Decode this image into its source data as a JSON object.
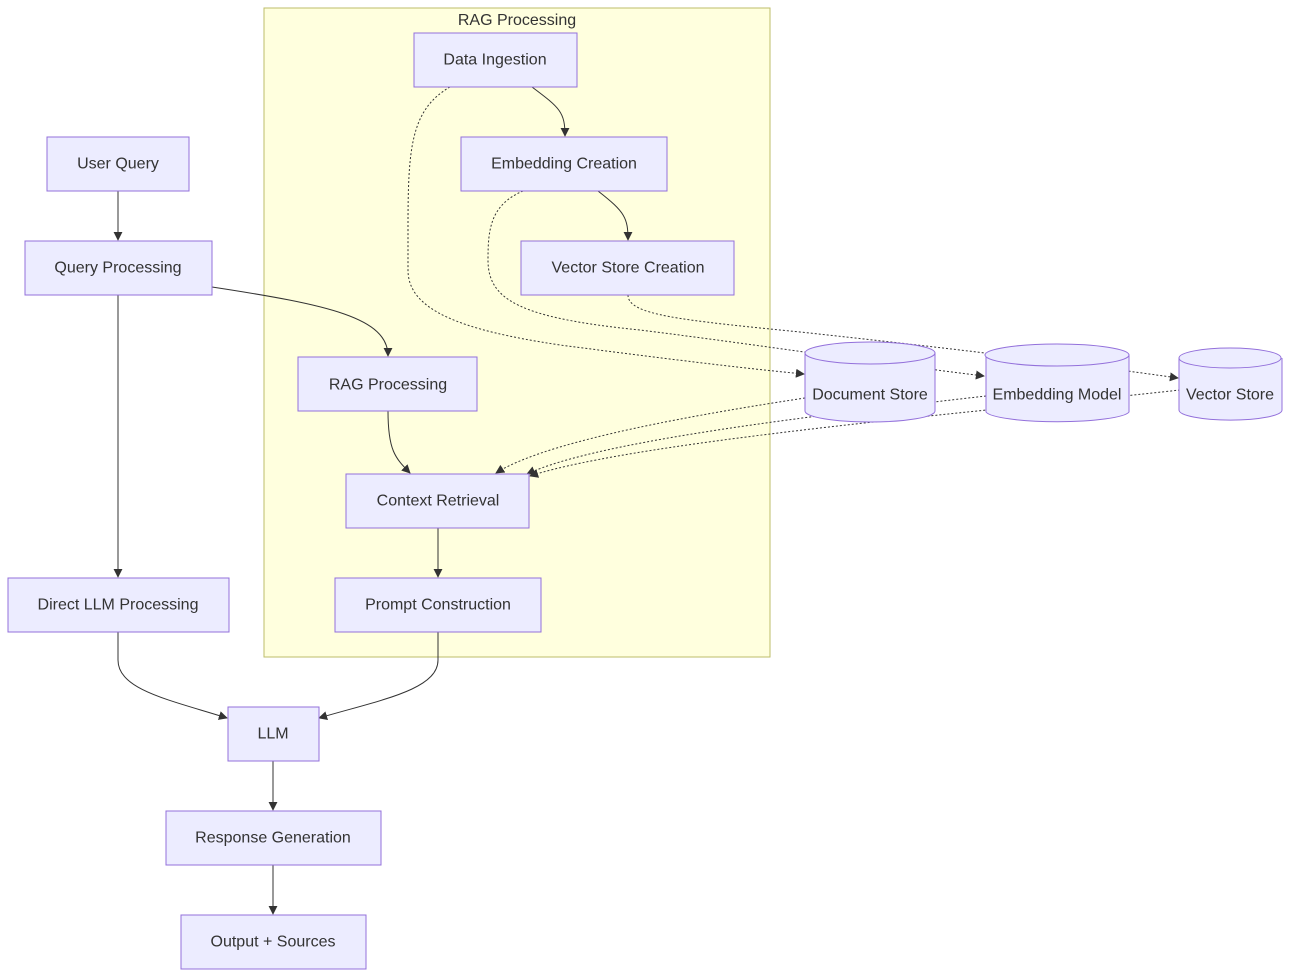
{
  "diagram": {
    "cluster": {
      "title": "RAG Processing"
    },
    "nodes": {
      "user_query": "User Query",
      "query_processing": "Query Processing",
      "direct_llm": "Direct LLM Processing",
      "llm": "LLM",
      "response_generation": "Response Generation",
      "output_sources": "Output + Sources",
      "data_ingestion": "Data Ingestion",
      "embedding_creation": "Embedding Creation",
      "vector_store_creation": "Vector Store Creation",
      "rag_processing": "RAG Processing",
      "context_retrieval": "Context Retrieval",
      "prompt_construction": "Prompt Construction",
      "document_store": "Document Store",
      "embedding_model": "Embedding Model",
      "vector_store": "Vector Store"
    },
    "edges": [
      {
        "from": "user_query",
        "to": "query_processing",
        "style": "solid"
      },
      {
        "from": "query_processing",
        "to": "rag_processing",
        "style": "solid"
      },
      {
        "from": "query_processing",
        "to": "direct_llm",
        "style": "solid"
      },
      {
        "from": "data_ingestion",
        "to": "embedding_creation",
        "style": "solid"
      },
      {
        "from": "embedding_creation",
        "to": "vector_store_creation",
        "style": "solid"
      },
      {
        "from": "data_ingestion",
        "to": "document_store",
        "style": "dotted"
      },
      {
        "from": "embedding_creation",
        "to": "embedding_model",
        "style": "dotted"
      },
      {
        "from": "vector_store_creation",
        "to": "vector_store",
        "style": "dotted"
      },
      {
        "from": "rag_processing",
        "to": "context_retrieval",
        "style": "solid"
      },
      {
        "from": "document_store",
        "to": "context_retrieval",
        "style": "dotted"
      },
      {
        "from": "embedding_model",
        "to": "context_retrieval",
        "style": "dotted"
      },
      {
        "from": "vector_store",
        "to": "context_retrieval",
        "style": "dotted"
      },
      {
        "from": "context_retrieval",
        "to": "prompt_construction",
        "style": "solid"
      },
      {
        "from": "prompt_construction",
        "to": "llm",
        "style": "solid"
      },
      {
        "from": "direct_llm",
        "to": "llm",
        "style": "solid"
      },
      {
        "from": "llm",
        "to": "response_generation",
        "style": "solid"
      },
      {
        "from": "response_generation",
        "to": "output_sources",
        "style": "solid"
      }
    ],
    "colors": {
      "node_fill": "#ececff",
      "node_stroke": "#9370db",
      "cluster_fill": "#ffffde",
      "cluster_stroke": "#bdbd6a",
      "edge": "#333333",
      "text": "#333333"
    }
  }
}
